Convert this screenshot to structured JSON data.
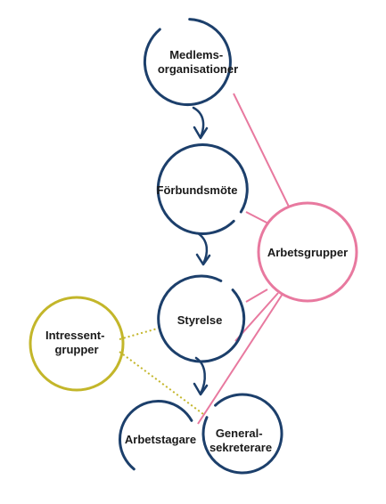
{
  "nodes": {
    "medlemsorganisationer": {
      "line1": "Medlems-",
      "line2": "organisationer"
    },
    "forbundsmote": {
      "label": "Förbundsmöte"
    },
    "styrelse": {
      "label": "Styrelse"
    },
    "arbetsgrupper": {
      "label": "Arbetsgrupper"
    },
    "intressentgrupper": {
      "line1": "Intressent-",
      "line2": "grupper"
    },
    "arbetstagare": {
      "label": "Arbetstagare"
    },
    "generalsekreterare": {
      "line1": "General-",
      "line2": "sekreterare"
    }
  },
  "colors": {
    "navy": "#1c3f6b",
    "pink": "#e8799f",
    "olive": "#c3b62a"
  }
}
